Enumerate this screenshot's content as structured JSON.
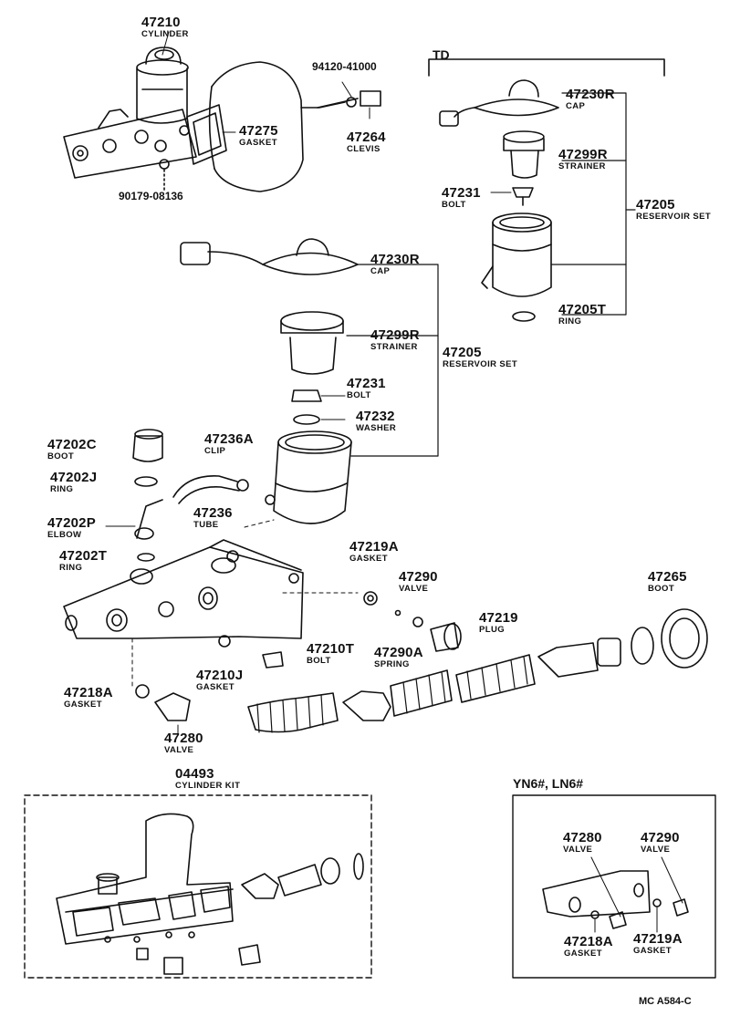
{
  "variant_td": "TD",
  "variant_yn": "YN6#, LN6#",
  "figure_ref": "MC A584-C",
  "labels": {
    "l47210": {
      "num": "47210",
      "name": "CYLINDER"
    },
    "l941": {
      "num": "94120-41000",
      "name": ""
    },
    "l47275": {
      "num": "47275",
      "name": "GASKET"
    },
    "l47264": {
      "num": "47264",
      "name": "CLEVIS"
    },
    "l90179": {
      "num": "90179-08136",
      "name": ""
    },
    "l47230Rtop": {
      "num": "47230R",
      "name": "CAP"
    },
    "l47299Rtop": {
      "num": "47299R",
      "name": "STRAINER"
    },
    "l47231top": {
      "num": "47231",
      "name": "BOLT"
    },
    "l47205top": {
      "num": "47205",
      "name": "RESERVOIR SET"
    },
    "l47205T": {
      "num": "47205T",
      "name": "RING"
    },
    "l47230R": {
      "num": "47230R",
      "name": "CAP"
    },
    "l47299R": {
      "num": "47299R",
      "name": "STRAINER"
    },
    "l47205": {
      "num": "47205",
      "name": "RESERVOIR SET"
    },
    "l47231": {
      "num": "47231",
      "name": "BOLT"
    },
    "l47232": {
      "num": "47232",
      "name": "WASHER"
    },
    "l47202C": {
      "num": "47202C",
      "name": "BOOT"
    },
    "l47236A": {
      "num": "47236A",
      "name": "CLIP"
    },
    "l47202J": {
      "num": "47202J",
      "name": "RING"
    },
    "l47236": {
      "num": "47236",
      "name": "TUBE"
    },
    "l47202P": {
      "num": "47202P",
      "name": "ELBOW"
    },
    "l47202T": {
      "num": "47202T",
      "name": "RING"
    },
    "l47219A": {
      "num": "47219A",
      "name": "GASKET"
    },
    "l47290": {
      "num": "47290",
      "name": "VALVE"
    },
    "l47265": {
      "num": "47265",
      "name": "BOOT"
    },
    "l47219": {
      "num": "47219",
      "name": "PLUG"
    },
    "l47210T": {
      "num": "47210T",
      "name": "BOLT"
    },
    "l47290A": {
      "num": "47290A",
      "name": "SPRING"
    },
    "l47210J": {
      "num": "47210J",
      "name": "GASKET"
    },
    "l47218A": {
      "num": "47218A",
      "name": "GASKET"
    },
    "l47280": {
      "num": "47280",
      "name": "VALVE"
    },
    "l04493": {
      "num": "04493",
      "name": "CYLINDER KIT"
    },
    "l47280b": {
      "num": "47280",
      "name": "VALVE"
    },
    "l47290b": {
      "num": "47290",
      "name": "VALVE"
    },
    "l47218Ab": {
      "num": "47218A",
      "name": "GASKET"
    },
    "l47219Ab": {
      "num": "47219A",
      "name": "GASKET"
    }
  }
}
